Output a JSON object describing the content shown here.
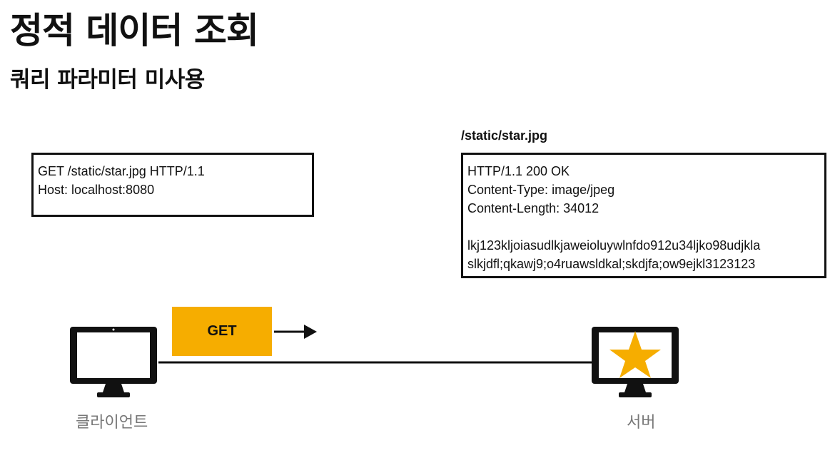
{
  "title": "정적 데이터 조회",
  "subtitle": "쿼리 파라미터 미사용",
  "request": {
    "lines": [
      "GET /static/star.jpg HTTP/1.1",
      "Host: localhost:8080"
    ]
  },
  "response": {
    "path": "/static/star.jpg",
    "lines": [
      "HTTP/1.1 200 OK",
      "Content-Type: image/jpeg",
      "Content-Length: 34012",
      "",
      "lkj123kljoiasudlkjaweioluywlnfdo912u34ljko98udjkla",
      "slkjdfl;qkawj9;o4ruawsldkal;skdjfa;ow9ejkl3123123"
    ]
  },
  "method_label": "GET",
  "client_label": "클라이언트",
  "server_label": "서버",
  "colors": {
    "accent": "#f6ad00",
    "star": "#f6ad00",
    "ink": "#111111",
    "label": "#777777"
  },
  "icons": {
    "client": "monitor-icon",
    "server": "monitor-icon",
    "server_image": "star-icon"
  }
}
